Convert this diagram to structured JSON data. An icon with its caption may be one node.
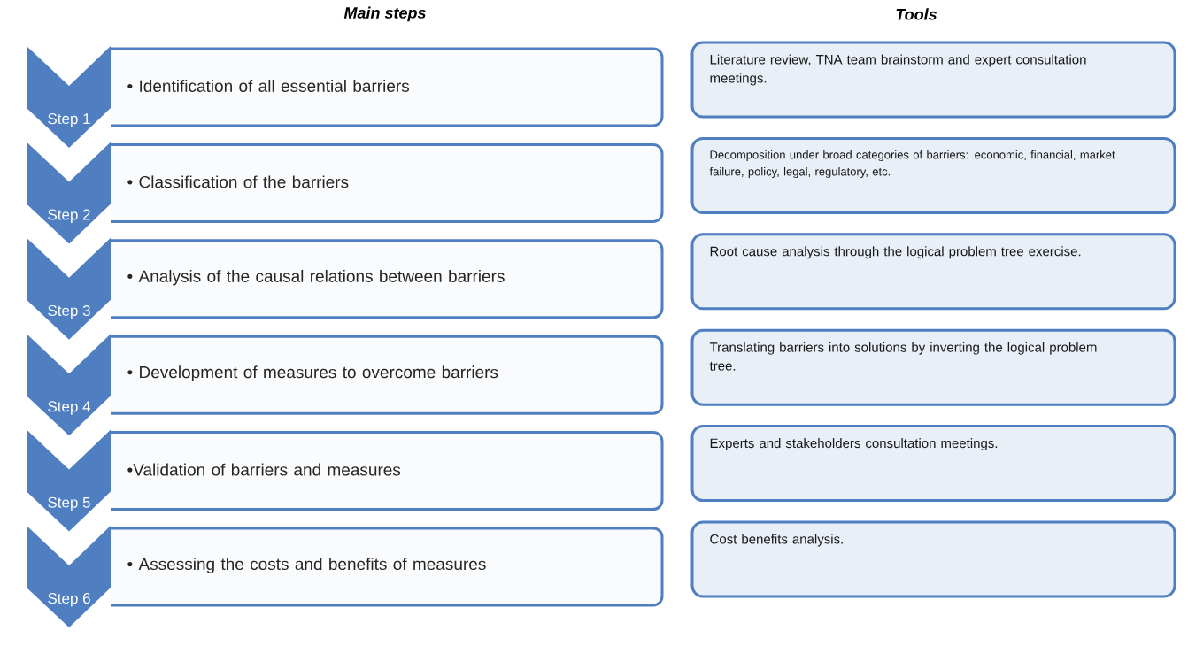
{
  "diagram": {
    "nodes": [
      {
        "text": [
          "Step 1"
        ]
      },
      {
        "text": [
          "• Identification of all essential barriers"
        ]
      },
      {
        "text": [
          "Literature review, TNA team brainstorm and expert consultation meetings."
        ]
      },
      {
        "text": [
          "Step 2"
        ]
      },
      {
        "text": [
          "• Classification of the barriers"
        ]
      },
      {
        "text": [
          "Decomposition under broad categories of barriers: economic, financial, market failure, policy, legal, regulatory, etc."
        ]
      },
      {
        "text": [
          "Step 3"
        ]
      },
      {
        "text": [
          "• Analysis of the causal relations between barriers"
        ]
      },
      {
        "text": [
          "Root cause analysis through the logical problem tree exercise."
        ]
      },
      {
        "text": [
          "Step 4"
        ]
      },
      {
        "text": [
          "• Development of measures to overcome barriers"
        ]
      },
      {
        "text": [
          "Translating barriers into solutions by inverting the logical problem tree."
        ]
      },
      {
        "text": [
          "Step 5"
        ]
      },
      {
        "text": [
          "•Validation of barriers and measures"
        ]
      },
      {
        "text": [
          "Experts and stakeholders consultation meetings."
        ]
      },
      {
        "text": [
          "Step 6"
        ]
      },
      {
        "text": [
          "• Assessing the costs and benefits of measures"
        ]
      },
      {
        "text": [
          "Cost benefits analysis."
        ]
      }
    ],
    "labels": [
      "Main steps",
      "Tools"
    ]
  }
}
